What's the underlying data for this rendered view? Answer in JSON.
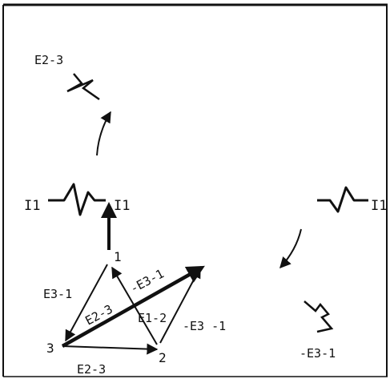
{
  "labels": {
    "e23_top": "E2-3",
    "i1_left": "I1",
    "i1_mid": "I1",
    "i1_right": "I1",
    "vertex1": "1",
    "vertex2": "2",
    "vertex3": "3",
    "e31_left": "E3-1",
    "neg_e31_diag": "-E3-1",
    "e23_diag": "E2-3",
    "e12": "E1-2",
    "neg_e31_right": "-E3 -1",
    "e23_bottom": "E2-3",
    "neg_e31_bottom_right": "-E3-1"
  }
}
